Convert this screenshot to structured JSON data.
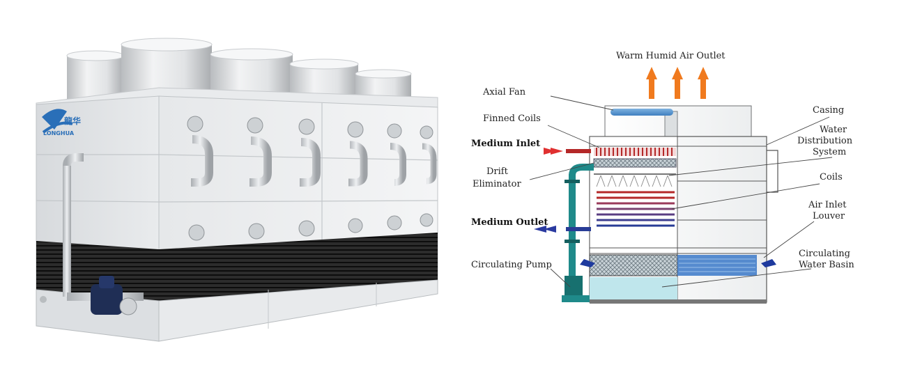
{
  "photo": {
    "brand_chinese": "龍华",
    "brand_latin": "LONGHUA"
  },
  "diagram": {
    "labels": {
      "warm_humid_air_outlet": "Warm Humid Air Outlet",
      "axial_fan": "Axial Fan",
      "finned_coils": "Finned Coils",
      "medium_inlet": "Medium Inlet",
      "drift_eliminator_1": "Drift",
      "drift_eliminator_2": "Eliminator",
      "medium_outlet": "Medium Outlet",
      "circulating_pump": "Circulating Pump",
      "casing": "Casing",
      "water_distribution_1": "Water",
      "water_distribution_2": "Distribution",
      "water_distribution_3": "System",
      "coils": "Coils",
      "air_inlet_louver_1": "Air Inlet",
      "air_inlet_louver_2": "Louver",
      "circulating_water_basin_1": "Circulating",
      "circulating_water_basin_2": "Water Basin"
    },
    "colors": {
      "air_arrow": "#f07a1e",
      "inlet_arrow": "#e03030",
      "outlet_arrow": "#2a3aa0",
      "pipe_teal": "#1f8a8a",
      "coil_red": "#b42828",
      "coil_blue": "#283c96",
      "basin_water": "#bfe6ec",
      "louver_blue": "#3a78c8"
    }
  }
}
